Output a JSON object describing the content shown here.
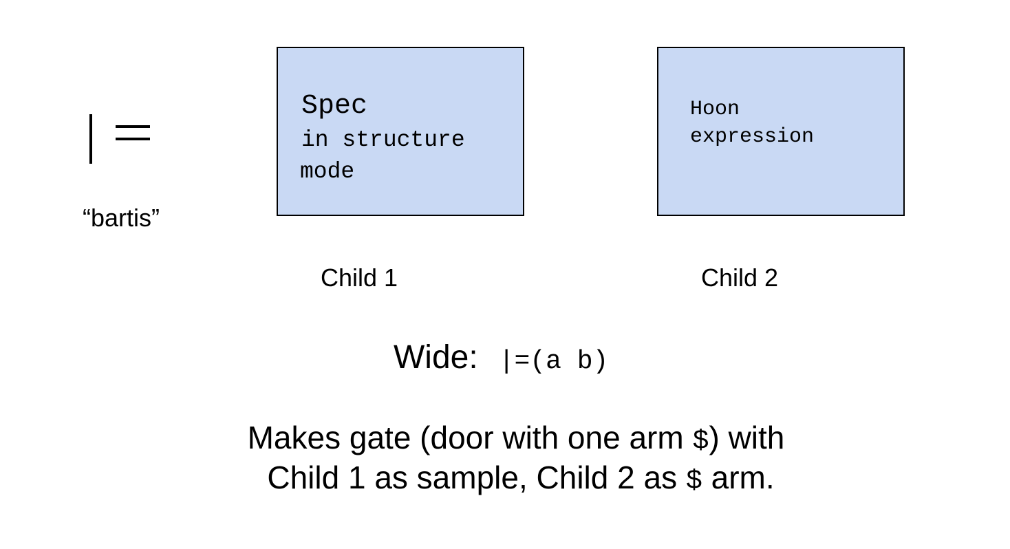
{
  "rune": {
    "symbol": "|=",
    "name": "“bartis”"
  },
  "child1": {
    "title": "Spec",
    "line1": "in structure",
    "line2": "mode",
    "label": "Child 1",
    "fill_color": "#c9d9f4"
  },
  "child2": {
    "line1": "Hoon",
    "line2": "expression",
    "label": "Child 2",
    "fill_color": "#c9d9f4"
  },
  "wide": {
    "label": "Wide:",
    "code": "|=(a b)"
  },
  "description": {
    "line1_part1": "Makes gate (door with one arm ",
    "line1_code": "$",
    "line1_part2": ") with",
    "line2_part1": "Child 1 as sample, Child 2 as ",
    "line2_code": "$",
    "line2_part2": " arm."
  }
}
